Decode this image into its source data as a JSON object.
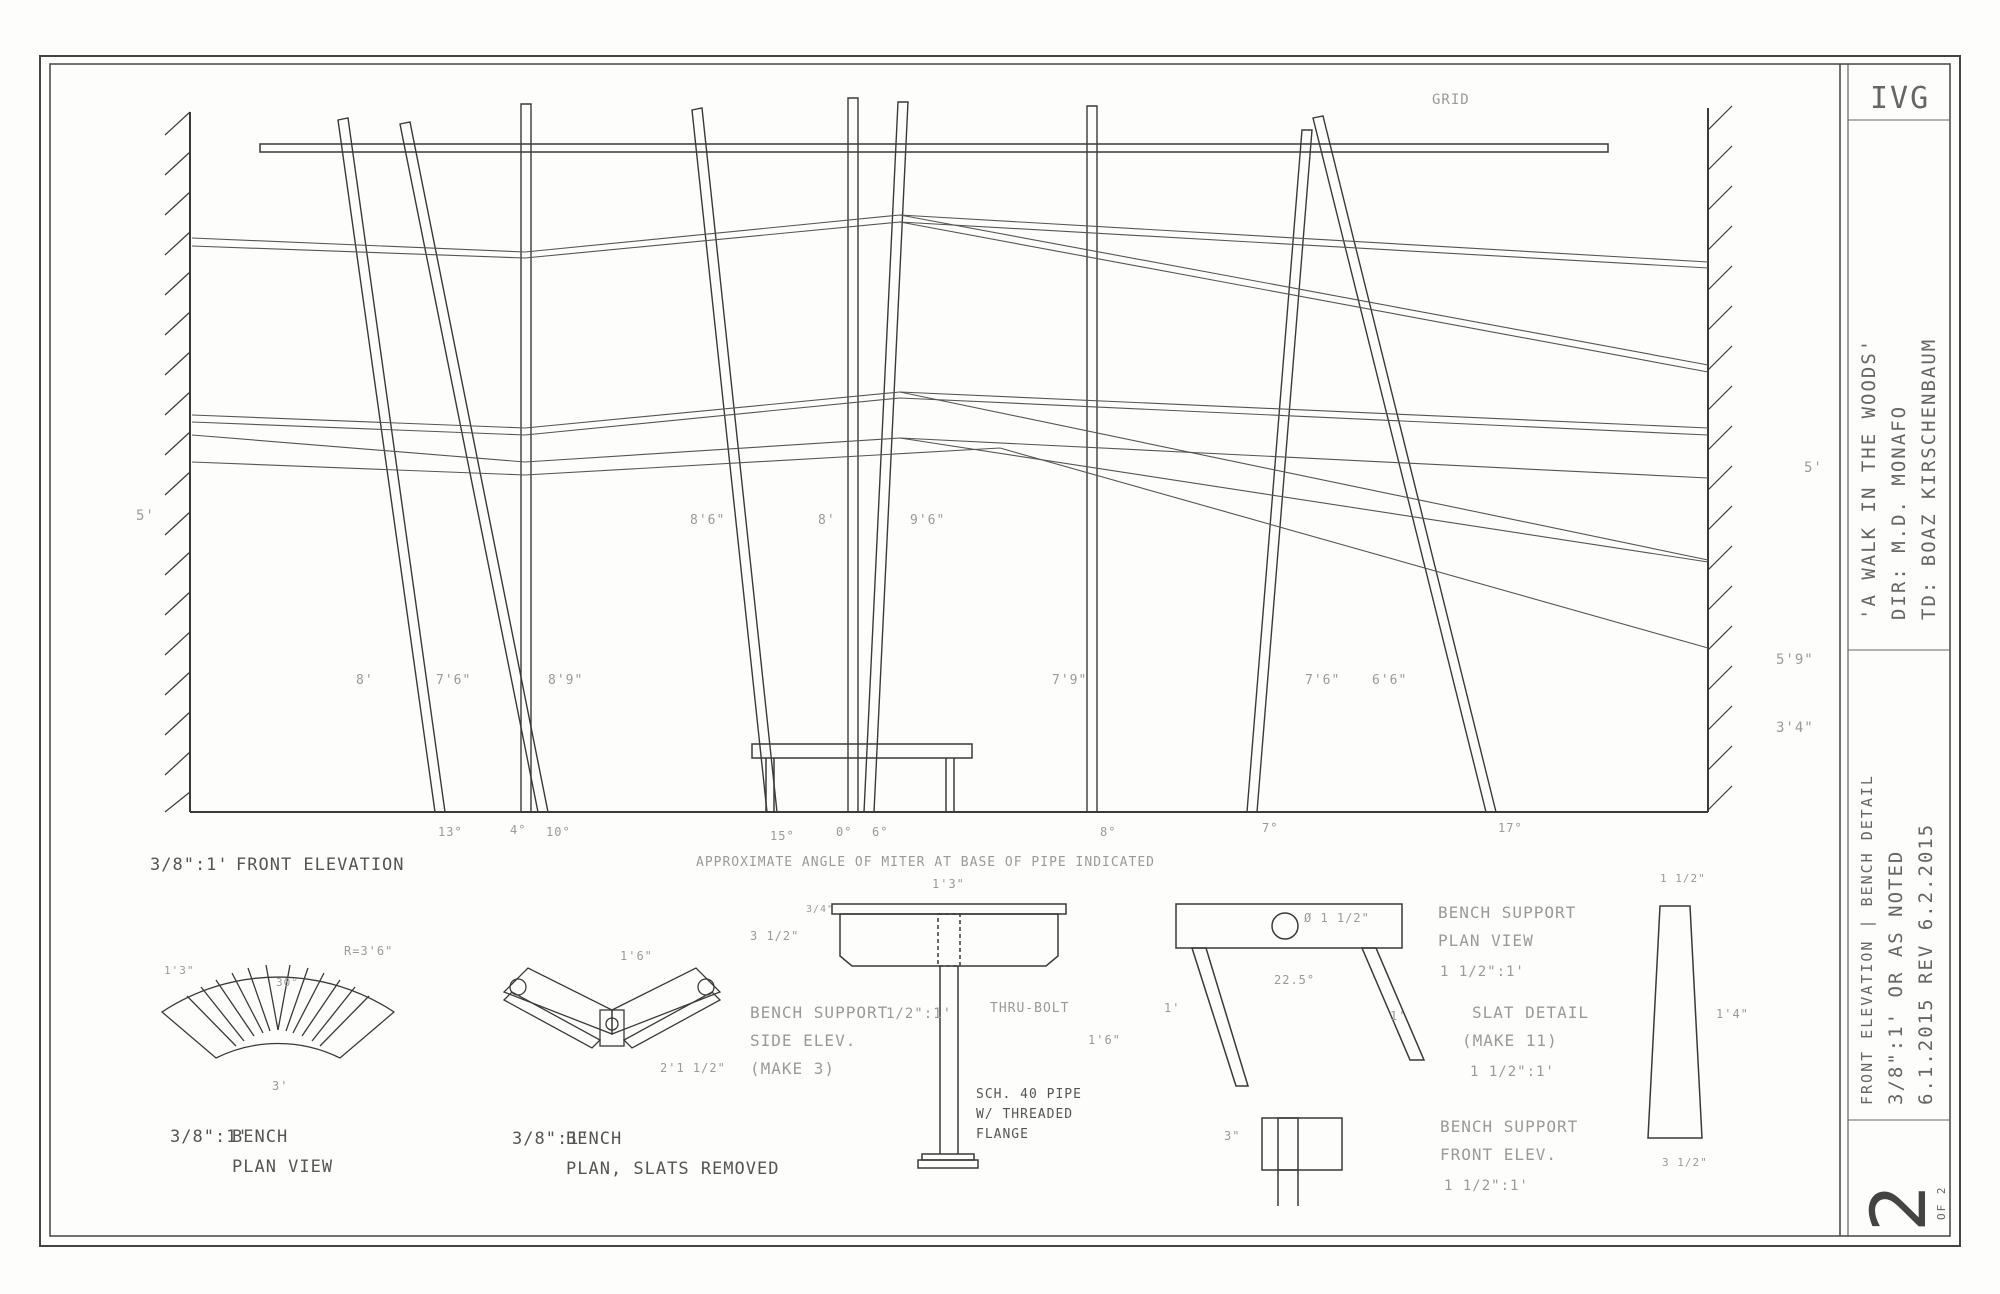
{
  "title_block": {
    "logo": "IVG",
    "show_title": "'A WALK IN THE WOODS'",
    "director": "DIR: M.D. MONAFO",
    "designer": "TD: BOAZ KIRSCHENBAUM",
    "drawing_title": "FRONT ELEVATION | BENCH DETAIL",
    "scale": "3/8\":1' OR AS NOTED",
    "dates": "6.1.2015 REV 6.2.2015",
    "sheet_number": "2",
    "sheet_of": "OF 2"
  },
  "elevation": {
    "grid_label": "GRID",
    "height_left": "5'",
    "height_right": "5'",
    "right_dims": [
      "5'9\"",
      "3'4\""
    ],
    "pipe_lengths": [
      "8'6\"",
      "8'",
      "9'6\"",
      "8'",
      "7'6\"",
      "8'9\"",
      "7'9\"",
      "7'6\"",
      "6'6\""
    ],
    "miter_angles": [
      "13°",
      "4°",
      "10°",
      "15°",
      "0°",
      "6°",
      "8°",
      "7°",
      "17°"
    ],
    "caption_scale": "3/8\":1'",
    "caption": "FRONT ELEVATION",
    "miter_note": "APPROXIMATE ANGLE OF MITER AT BASE OF PIPE INDICATED"
  },
  "bench_plan": {
    "scale": "3/8\":1'",
    "label_line1": "BENCH",
    "label_line2": "PLAN VIEW",
    "dims": [
      "3'",
      "30°",
      "R=3'6\"",
      "1'3\""
    ]
  },
  "bench_slats_removed": {
    "scale": "3/8\":1'",
    "label_line1": "BENCH",
    "label_line2": "PLAN, SLATS REMOVED",
    "dims": [
      "1'6\"",
      "2'1 1/2\""
    ]
  },
  "support_side": {
    "label_line1": "BENCH SUPPORT",
    "label_scale": "1/2\":1'",
    "label_line2": "SIDE ELEV.",
    "label_line3": "(MAKE 3)",
    "dims": [
      "1'3\"",
      "3/4\"",
      "3 1/2\"",
      "1'6\""
    ],
    "thru_bolt": "THRU-BOLT",
    "pipe_note_1": "SCH. 40 PIPE",
    "pipe_note_2": "W/ THREADED",
    "pipe_note_3": "FLANGE"
  },
  "support_plan": {
    "label_line1": "BENCH SUPPORT",
    "label_line2": "PLAN VIEW",
    "scale": "1 1/2\":1'",
    "dims": [
      "Ø 1 1/2\"",
      "22.5°",
      "1'",
      "1'"
    ]
  },
  "slat_detail": {
    "label_line1": "SLAT DETAIL",
    "label_line2": "(MAKE 11)",
    "scale": "1 1/2\":1'",
    "dims": [
      "1 1/2\"",
      "1'4\"",
      "3 1/2\""
    ]
  },
  "support_front": {
    "label_line1": "BENCH SUPPORT",
    "label_line2": "FRONT ELEV.",
    "scale": "1 1/2\":1'",
    "dims": [
      "3\""
    ]
  }
}
